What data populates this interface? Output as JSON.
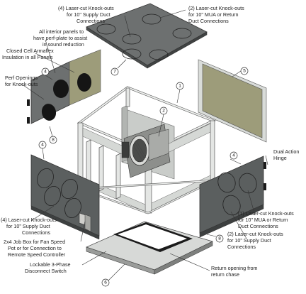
{
  "labels": {
    "top_knockouts_10_supply": [
      "(4) Laser-cut Knock-outs",
      "for 10\" Supply Duct",
      "Connections"
    ],
    "top_knockouts_10_mua": [
      "(2) Laser-cut Knock-outs",
      "for 10\" MUA or Return",
      "Duct Connections"
    ],
    "perf_plate": [
      "All interior panels to",
      "have perf-plate to assist",
      "in sound reduction"
    ],
    "armaflex": [
      "Closed Cell Armaflex",
      "Insulation in all Panels"
    ],
    "perf_openings": [
      "Perf Openings",
      "for Knock-outs"
    ],
    "dual_hinge": [
      "Dual Action",
      "Hinge"
    ],
    "left_knockouts_10_supply": [
      "(4) Laser-cut Knock-outs",
      "for 10\" Supply Duct",
      "Connections"
    ],
    "job_box": [
      "2x4 Job Box for Fan Speed",
      "Pot or for Connection to",
      "Remote Speed Controller"
    ],
    "disconnect": [
      "Lockable 3-Phase",
      "Disconnect Switch"
    ],
    "right_knockout_10_mua": [
      "(1) Laser-cut Knock-outs",
      "for 10\" MUA or Return",
      "Duct Connections"
    ],
    "right_knockouts_10_supply": [
      "(2) Laser-cut Knock-outs",
      "for 10\" Supply Duct",
      "Connections"
    ],
    "return_opening": [
      "Return opening from",
      "return chase"
    ]
  },
  "callouts": {
    "c1": "1",
    "c2": "2",
    "c3": "4",
    "c4": "5",
    "c5": "6",
    "c6": "7",
    "c7": "8",
    "c8": "8",
    "c9": "4",
    "c10": "4"
  },
  "colors": {
    "panel": "#6d7070",
    "insulation_liner": "#9d9c7a",
    "frame": "#e4e6e4"
  }
}
